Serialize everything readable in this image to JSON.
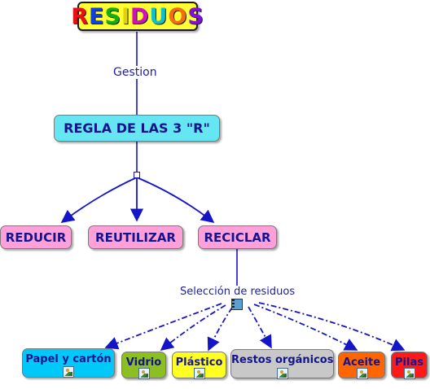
{
  "title": {
    "letters": [
      {
        "ch": "R",
        "color": "#e81010"
      },
      {
        "ch": "E",
        "color": "#1040e0"
      },
      {
        "ch": "S",
        "color": "#10b010"
      },
      {
        "ch": "I",
        "color": "#e0d010"
      },
      {
        "ch": "D",
        "color": "#d010c0"
      },
      {
        "ch": "U",
        "color": "#10c0d0"
      },
      {
        "ch": "O",
        "color": "#f07010"
      },
      {
        "ch": "S",
        "color": "#8010e0"
      }
    ]
  },
  "links": {
    "gestion": "Gestion",
    "seleccion": "Selección de residuos"
  },
  "nodes": {
    "rule3": "REGLA DE LAS 3 \"R\"",
    "reducir": "REDUCIR",
    "reutilizar": "REUTILIZAR",
    "reciclar": "RECICLAR"
  },
  "leaves": [
    {
      "key": "papel",
      "label": "Papel y cartón",
      "color": "#00c8f8"
    },
    {
      "key": "vidrio",
      "label": "Vidrio",
      "color": "#8cbf22"
    },
    {
      "key": "plastico",
      "label": "Plástico",
      "color": "#ffff22"
    },
    {
      "key": "organicos",
      "label": "Restos orgánicos",
      "color": "#c8c8c8"
    },
    {
      "key": "aceite",
      "label": "Aceite",
      "color": "#ff6600"
    },
    {
      "key": "pilas",
      "label": "Pilas",
      "color": "#ff1a1a"
    }
  ],
  "colors": {
    "edge": "#1515c8",
    "node_text": "#14148c"
  }
}
